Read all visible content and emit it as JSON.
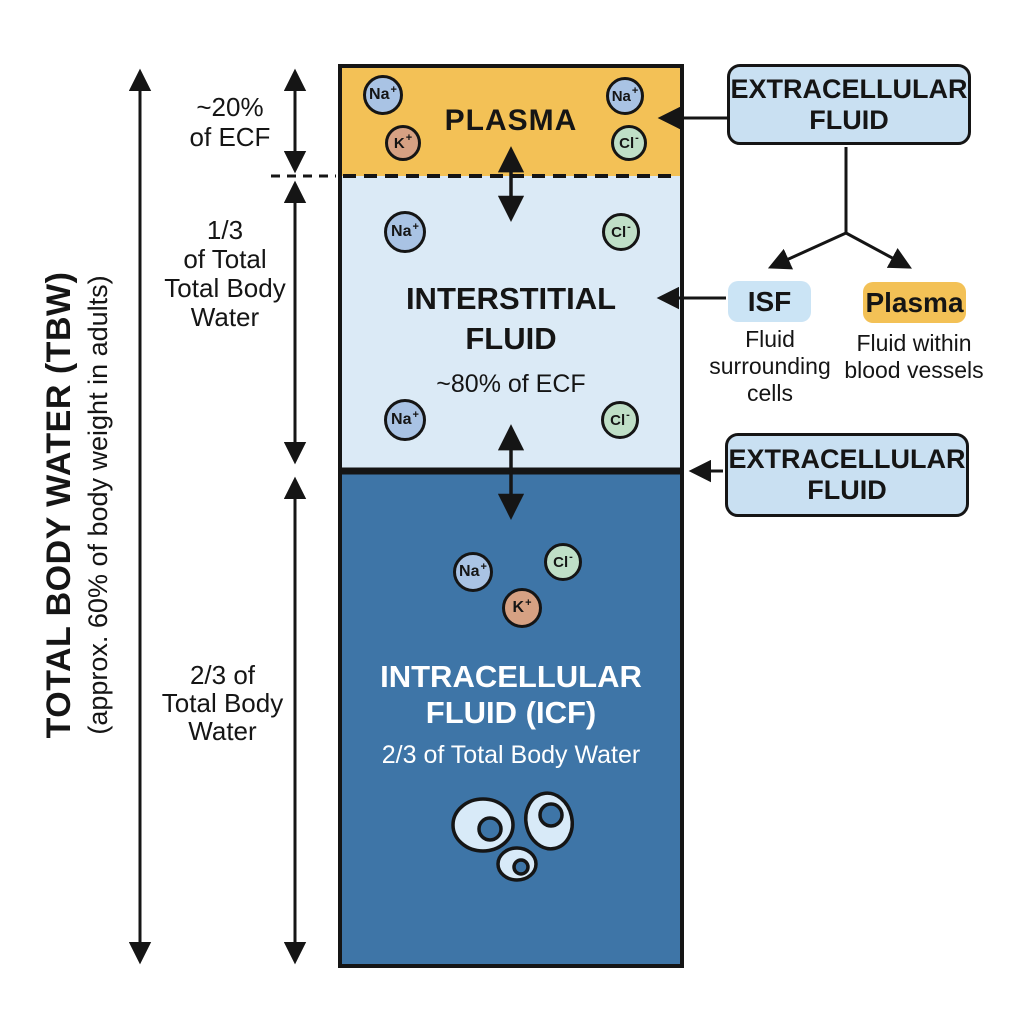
{
  "title": {
    "main": "TOTAL BODY WATER (TBW)",
    "sub": "(approx. 60% of body weight in adults)"
  },
  "left_labels": {
    "plasma_fraction": [
      "~20%",
      "of ECF"
    ],
    "ecf_fraction": [
      "1/3",
      "of Total",
      "Total Body",
      "Water"
    ],
    "icf_fraction": [
      "2/3 of",
      "Total Body",
      "Water"
    ]
  },
  "compartments": {
    "plasma": {
      "label": "PLASMA"
    },
    "interstitial": {
      "line1": "INTERSTITIAL",
      "line2": "FLUID",
      "sublabel": "~80% of ECF"
    },
    "icf": {
      "line1": "INTRACELLULAR",
      "line2": "FLUID (ICF)",
      "sublabel": "2/3 of Total Body Water"
    }
  },
  "ions": {
    "na": {
      "base": "Na",
      "charge": "+"
    },
    "k": {
      "base": "K",
      "charge": "+"
    },
    "cl": {
      "base": "Cl",
      "charge": "-"
    }
  },
  "callouts": {
    "ecf_top": {
      "line1": "EXTRACELLULAR",
      "line2": "FLUID"
    },
    "ecf_bottom": {
      "line1": "EXTRACELLULAR",
      "line2": "FLUID"
    },
    "isf": {
      "label": "ISF",
      "desc": [
        "Fluid",
        "surrounding",
        "cells"
      ]
    },
    "plasma": {
      "label": "Plasma",
      "desc": [
        "Fluid within",
        "blood vessels"
      ]
    }
  },
  "colors": {
    "background": "#FFFFFF",
    "ink": "#151515",
    "plasma": "#F3C156",
    "interstitial": "#DBEAF6",
    "icf": "#3E75A7",
    "ecf_box": "#C9E0F2",
    "isf_pill": "#CBE4F5",
    "plasma_pill": "#F3C156",
    "na_ion": "#A9C3E4",
    "k_ion": "#D6A183",
    "cl_ion": "#BFDFC7",
    "cell_fill": "#D8EAF8"
  }
}
